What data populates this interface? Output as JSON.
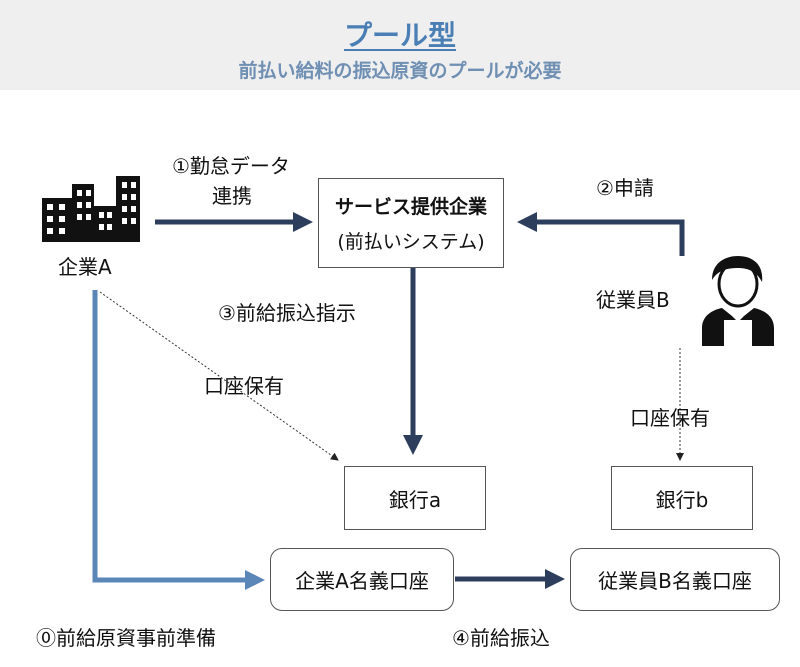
{
  "header": {
    "title": "プール型",
    "subtitle": "前払い給料の振込原資のプールが必要"
  },
  "nodes": {
    "company": "企業A",
    "employee": "従業員B",
    "system_title": "サービス提供企業",
    "system_sub": "(前払いシステム)",
    "bank_a": "銀行a",
    "bank_b": "銀行b",
    "account_a": "企業A名義口座",
    "account_b": "従業員B名義口座"
  },
  "labels": {
    "step1_line1": "①勤怠データ",
    "step1_line2": "連携",
    "step2": "②申請",
    "step3": "③前給振込指示",
    "step0": "⓪前給原資事前準備",
    "step4": "④前給振込",
    "holds_a": "口座保有",
    "holds_b": "口座保有"
  },
  "colors": {
    "dark_arrow": "#2c3e5c",
    "light_arrow": "#5b87b8",
    "title": "#4a7fb5"
  }
}
